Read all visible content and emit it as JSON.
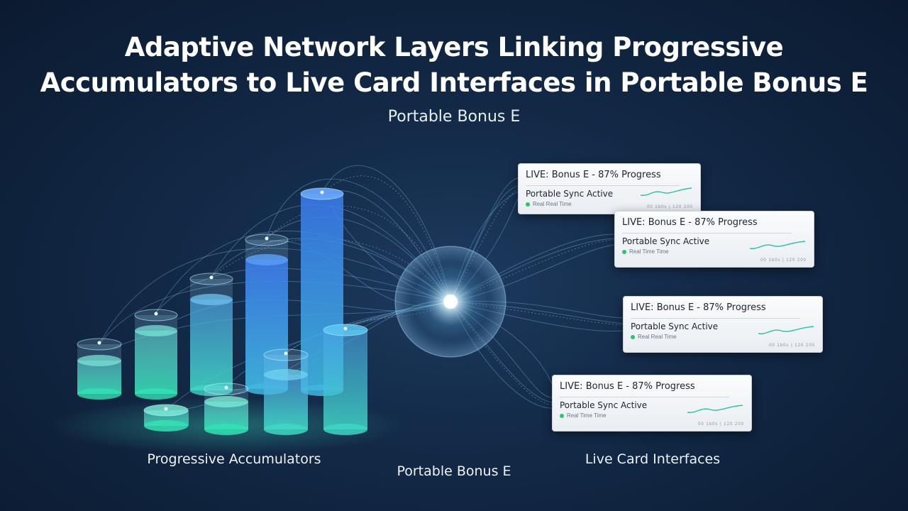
{
  "title_line1": "Adaptive Network Layers Linking Progressive",
  "title_line2": "Accumulators to Live Card Interfaces in Portable Bonus E",
  "subtitle": "Portable Bonus E",
  "captions": {
    "accumulators": "Progressive Accumulators",
    "middle": "Portable Bonus E",
    "cards": "Live Card Interfaces"
  },
  "cards": [
    {
      "header": "LIVE: Bonus E - 87% Progress",
      "sync": "Portable Sync Active",
      "status": "Real Real Time",
      "ticks": "00 1b0s  |  120 200"
    },
    {
      "header": "LIVE: Bonus E - 87% Progress",
      "sync": "Portable Sync Active",
      "status": "Real Time Time",
      "ticks": "00 1b0s  |  120 200"
    },
    {
      "header": "LIVE: Bonus E - 87% Progress",
      "sync": "Portable Sync Active",
      "status": "Real Real Time",
      "ticks": "00 1b0s  |  120 200"
    },
    {
      "header": "LIVE: Bonus E - 87% Progress",
      "sync": "Portable Sync Active",
      "status": "Real Time Time",
      "ticks": "00 1b0s  |  120 200"
    }
  ],
  "colors": {
    "background": "#132a48",
    "cylinder_teal": "#3ee0c0",
    "cylinder_blue": "#3a7ff0",
    "hub_glow": "#bfe9ff",
    "status_green": "#2bc46a"
  }
}
